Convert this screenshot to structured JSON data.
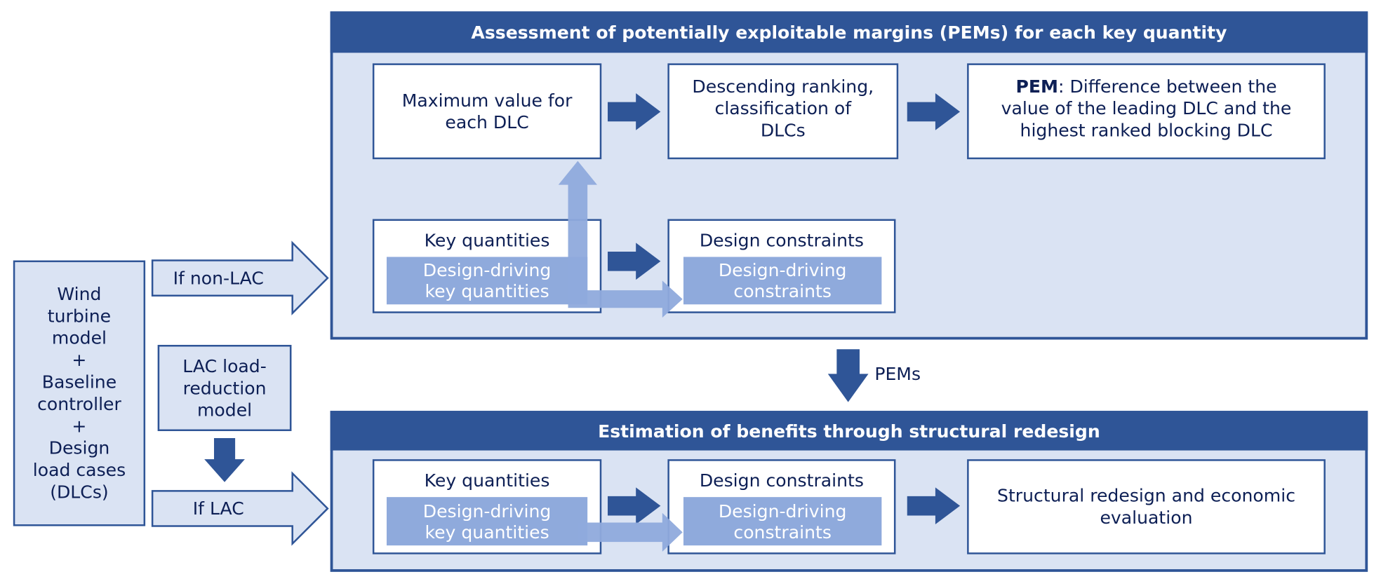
{
  "colors": {
    "dark_blue": "#2f5597",
    "light_blue": "#dae3f3",
    "mid_blue": "#8faadc",
    "text": "#0d1f55"
  },
  "inputs": {
    "model_lines": [
      "Wind",
      "turbine",
      "model",
      "+",
      "Baseline",
      "controller",
      "+",
      "Design",
      "load cases",
      "(DLCs)"
    ],
    "lac_model_lines": [
      "LAC load-",
      "reduction",
      "model"
    ],
    "if_non_lac": "If non-LAC",
    "if_lac": "If LAC"
  },
  "assessment": {
    "title": "Assessment of potentially exploitable margins (PEMs) for each key quantity",
    "max_value_lines": [
      "Maximum value for",
      "each DLC"
    ],
    "ranking_lines": [
      "Descending ranking,",
      "classification of",
      "DLCs"
    ],
    "pem_bold": "PEM",
    "pem_lines": [
      ": Difference between the",
      "value of the leading DLC and the",
      "highest ranked blocking DLC"
    ],
    "key_quantities": "Key quantities",
    "driving_key_lines": [
      "Design-driving",
      "key quantities"
    ],
    "design_constraints": "Design constraints",
    "driving_constraints_lines": [
      "Design-driving",
      "constraints"
    ]
  },
  "pems_label": "PEMs",
  "estimation": {
    "title": "Estimation of benefits through structural redesign",
    "key_quantities": "Key quantities",
    "driving_key_lines": [
      "Design-driving",
      "key quantities"
    ],
    "design_constraints": "Design constraints",
    "driving_constraints_lines": [
      "Design-driving",
      "constraints"
    ],
    "redesign_lines": [
      "Structural redesign and economic",
      "evaluation"
    ]
  }
}
